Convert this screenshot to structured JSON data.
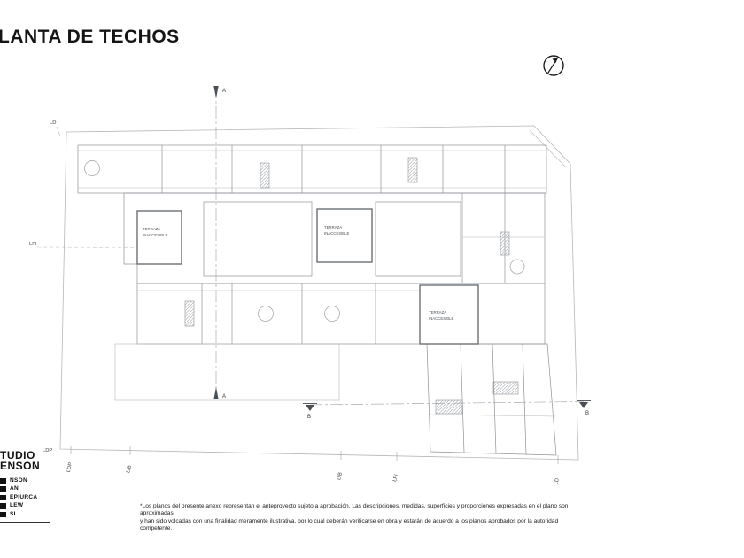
{
  "title": "LANTA DE TECHOS",
  "compass": {
    "icon": "north-arrow-compass"
  },
  "dims": {
    "ld_top": "LD",
    "lfi_left": "LFI",
    "ldp_left": "LDP",
    "bottom_labels": [
      "LDP",
      "LIB",
      "LIB",
      "LFI",
      "LD"
    ]
  },
  "sections": {
    "a_top": "A",
    "a_bottom": "A",
    "b_left": "B",
    "b_right": "B"
  },
  "terraza": {
    "line1": "TERRAZA",
    "line2": "INACCESIBLE"
  },
  "disclaimer": {
    "line1": "*Los planos del presente anexo representan el anteproyecto sujeto a aprobación. Las descripciones, medidas, superficies y proporciones expresadas en el plano son aproximadas",
    "line2": "y han sido volcadas con una finalidad meramente ilustrativa, por lo cual deberán verificarse en obra y estarán de acuerdo a los planos aprobados por la autoridad competente."
  },
  "logo": {
    "big1": "TUDIO",
    "big2": "ENSON",
    "items": [
      "NSON",
      "AN",
      "EPIURCA",
      "LEW",
      "SI"
    ]
  }
}
